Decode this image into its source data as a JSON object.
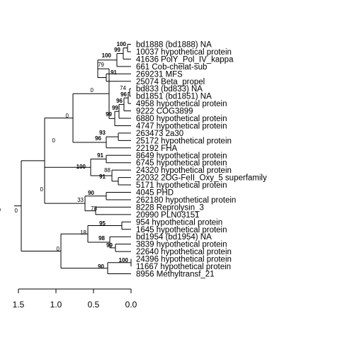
{
  "tree": {
    "leaves": [
      "bd1888 (bd1888) NA",
      "10037 hypothetical protein",
      "41636 PolY_Pol_IV_kappa",
      "661 Cob-chelat-sub",
      "269231 MFS",
      "25074 Beta_propel",
      "bd833 (bd833) NA",
      "bd1851 (bd1851) NA",
      "4958 hypothetical protein",
      "9222 COG3899",
      "6880 hypothetical protein",
      "4747 hypothetical protein",
      "263473 2a30",
      "25172 hypothetical protein",
      "22192 FHA",
      "8649 hypothetical protein",
      "6745 hypothetical protein",
      "24320 hypothetical protein",
      "22032 2OG-FeII_Oxy_5 superfamily",
      "5171 hypothetical protein",
      "4045 PHD",
      "262180 hypothetical protein",
      "8228 Reprolysin_3",
      "20990 PLN03151",
      "954 hypothetical protein",
      "1645 hypothetical protein",
      "bd1954 (bd1954) NA",
      "3839 hypothetical protein",
      "22640 hypothetical protein",
      "24396 hypothetical protein",
      "11667 hypothetical protein",
      "8956 Methyltransf_21"
    ],
    "support_labels": [
      "100",
      "99",
      "100",
      "79",
      "91",
      "0",
      "74",
      "96",
      "96",
      "99",
      "99",
      "0",
      "93",
      "96",
      "0",
      "91",
      "100",
      "88",
      "91",
      "0",
      "90",
      "33",
      "78",
      "0",
      "95",
      "18",
      "98",
      "99",
      "0",
      "100",
      "90",
      "0"
    ],
    "axis_ticks": [
      "1.5",
      "1.0",
      "0.5",
      "0.0"
    ]
  }
}
